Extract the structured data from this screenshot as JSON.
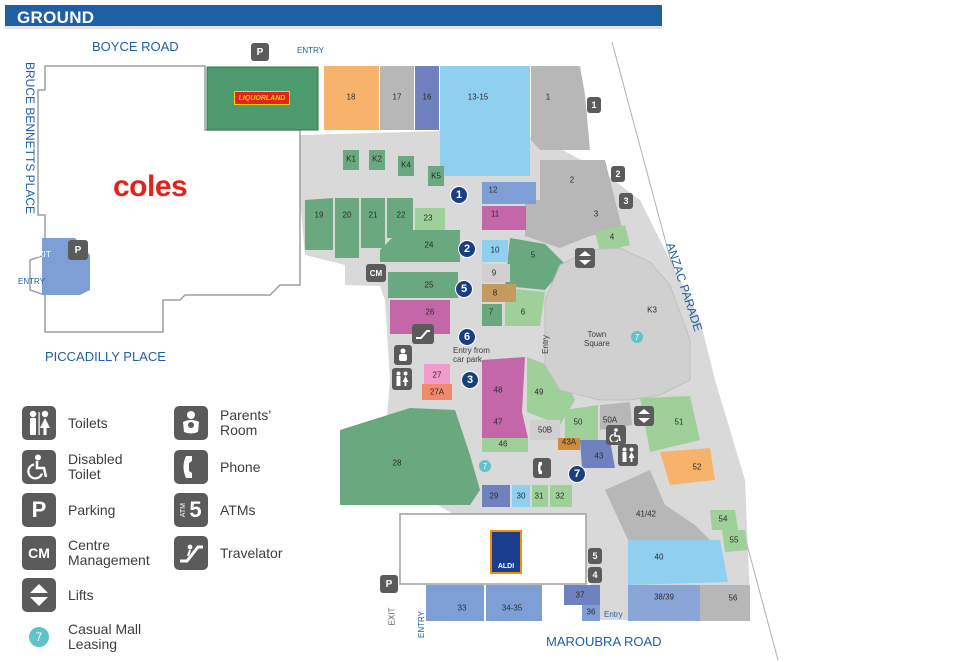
{
  "header": {
    "title": "GROUND"
  },
  "streets": {
    "boyce": "BOYCE ROAD",
    "bruce": "BRUCE BENNETTS PLACE",
    "piccadilly": "PICCADILLY PLACE",
    "maroubra": "MAROUBRA ROAD",
    "anzac": "ANZAC PARADE"
  },
  "map_text": {
    "entry": "ENTRY",
    "exit": "EXIT",
    "entry_lower": "Entry",
    "entry_from_car_park": "Entry from\ncar park",
    "town_square": "Town\nSquare",
    "vertical_entry": "Entry"
  },
  "anchors": {
    "coles": "coles",
    "liquorland": "LIQUORLAND",
    "aldi": "ALDI"
  },
  "shops": [
    "18",
    "17",
    "16",
    "13-15",
    "1",
    "2",
    "3",
    "4",
    "5",
    "6",
    "7",
    "8",
    "9",
    "10",
    "11",
    "12",
    "K1",
    "K2",
    "K4",
    "K5",
    "K3",
    "19",
    "20",
    "21",
    "22",
    "23",
    "24",
    "25",
    "26",
    "27",
    "27A",
    "28",
    "29",
    "30",
    "31",
    "32",
    "33",
    "34-35",
    "37",
    "36",
    "38/39",
    "40",
    "41/42",
    "43",
    "43A",
    "46",
    "47",
    "48",
    "49",
    "50",
    "50A",
    "50B",
    "51",
    "52",
    "54",
    "55",
    "56"
  ],
  "atm_numbers": [
    "1",
    "2",
    "3",
    "4",
    "5"
  ],
  "markers": [
    "1",
    "2",
    "3",
    "5",
    "6",
    "7"
  ],
  "legend": [
    {
      "icon": "toilets-icon",
      "label": "Toilets"
    },
    {
      "icon": "disabled-toilet-icon",
      "label": "Disabled\nToilet"
    },
    {
      "icon": "parking-icon",
      "label": "Parking",
      "glyph": "P"
    },
    {
      "icon": "centre-management-icon",
      "label": "Centre\nManagement",
      "glyph": "CM"
    },
    {
      "icon": "lifts-icon",
      "label": "Lifts"
    },
    {
      "icon": "casual-mall-leasing-icon",
      "label": "Casual Mall\nLeasing",
      "glyph": "7"
    },
    {
      "icon": "parents-room-icon",
      "label": "Parents’\nRoom"
    },
    {
      "icon": "phone-icon",
      "label": "Phone"
    },
    {
      "icon": "atm-icon",
      "label": "ATMs",
      "glyph": "5",
      "sub": "ATM"
    },
    {
      "icon": "travelator-icon",
      "label": "Travelator"
    }
  ],
  "colors": {
    "header": "#1f5fa6",
    "green": "#6aa87f",
    "light_green": "#9fd09a",
    "grey": "#b7b7b7",
    "mall": "#d9d9d9",
    "blue": "#7e9fd6",
    "light_blue": "#8fcfef",
    "orange": "#f7b26b",
    "pink": "#c467a9",
    "brown": "#c59a5e",
    "marker": "#1a3f7f",
    "leasing": "#5fc3c9"
  }
}
